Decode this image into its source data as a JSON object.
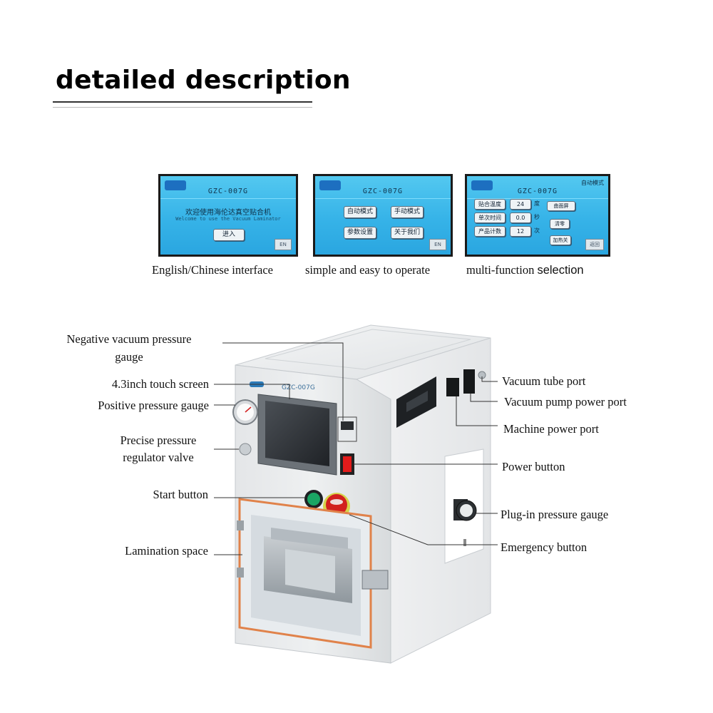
{
  "heading": "detailed description",
  "screens": [
    {
      "title": "GZC-007G",
      "line1": "欢迎使用海伦达真空贴合机",
      "line2": "Welcome to use the Vacuum Laminator",
      "button": "进入",
      "lang": "EN",
      "caption": "English/Chinese interface"
    },
    {
      "title": "GZC-007G",
      "buttons": [
        "自动模式",
        "手动模式",
        "参数设置",
        "关于我们"
      ],
      "lang": "EN",
      "caption": "simple and easy to operate"
    },
    {
      "title": "GZC-007G",
      "mode": "自动模式",
      "rows": [
        {
          "label": "贴合温度",
          "value": "24",
          "unit": "度"
        },
        {
          "label": "单次时间",
          "value": "0.0",
          "unit": "秒"
        },
        {
          "label": "产品计数",
          "value": "12",
          "unit": "次"
        }
      ],
      "side_buttons": [
        "曲面屏",
        "清零",
        "加热关"
      ],
      "return": "返回",
      "caption_serif": "multi-function ",
      "caption_sans": "selection"
    }
  ],
  "machine": {
    "model": "GZC-007G",
    "labels": {
      "neg_gauge_1": "Negative vacuum pressure",
      "neg_gauge_2": "gauge",
      "touch_screen": "4.3inch touch screen",
      "pos_gauge": "Positive pressure gauge",
      "regulator_1": "Precise pressure",
      "regulator_2": "regulator valve",
      "start": "Start button",
      "lamination": "Lamination space",
      "vac_tube": "Vacuum tube port",
      "vac_pump": "Vacuum pump power port",
      "machine_power": "Machine power port",
      "power_button": "Power button",
      "plugin_gauge": "Plug-in pressure gauge",
      "emergency": "Emergency button"
    }
  },
  "colors": {
    "screen_blue": "#36b3e8",
    "start_green": "#1aa564",
    "emergency_red": "#d2201e",
    "power_red": "#e21b1b",
    "chamber_orange": "#e0824a"
  }
}
